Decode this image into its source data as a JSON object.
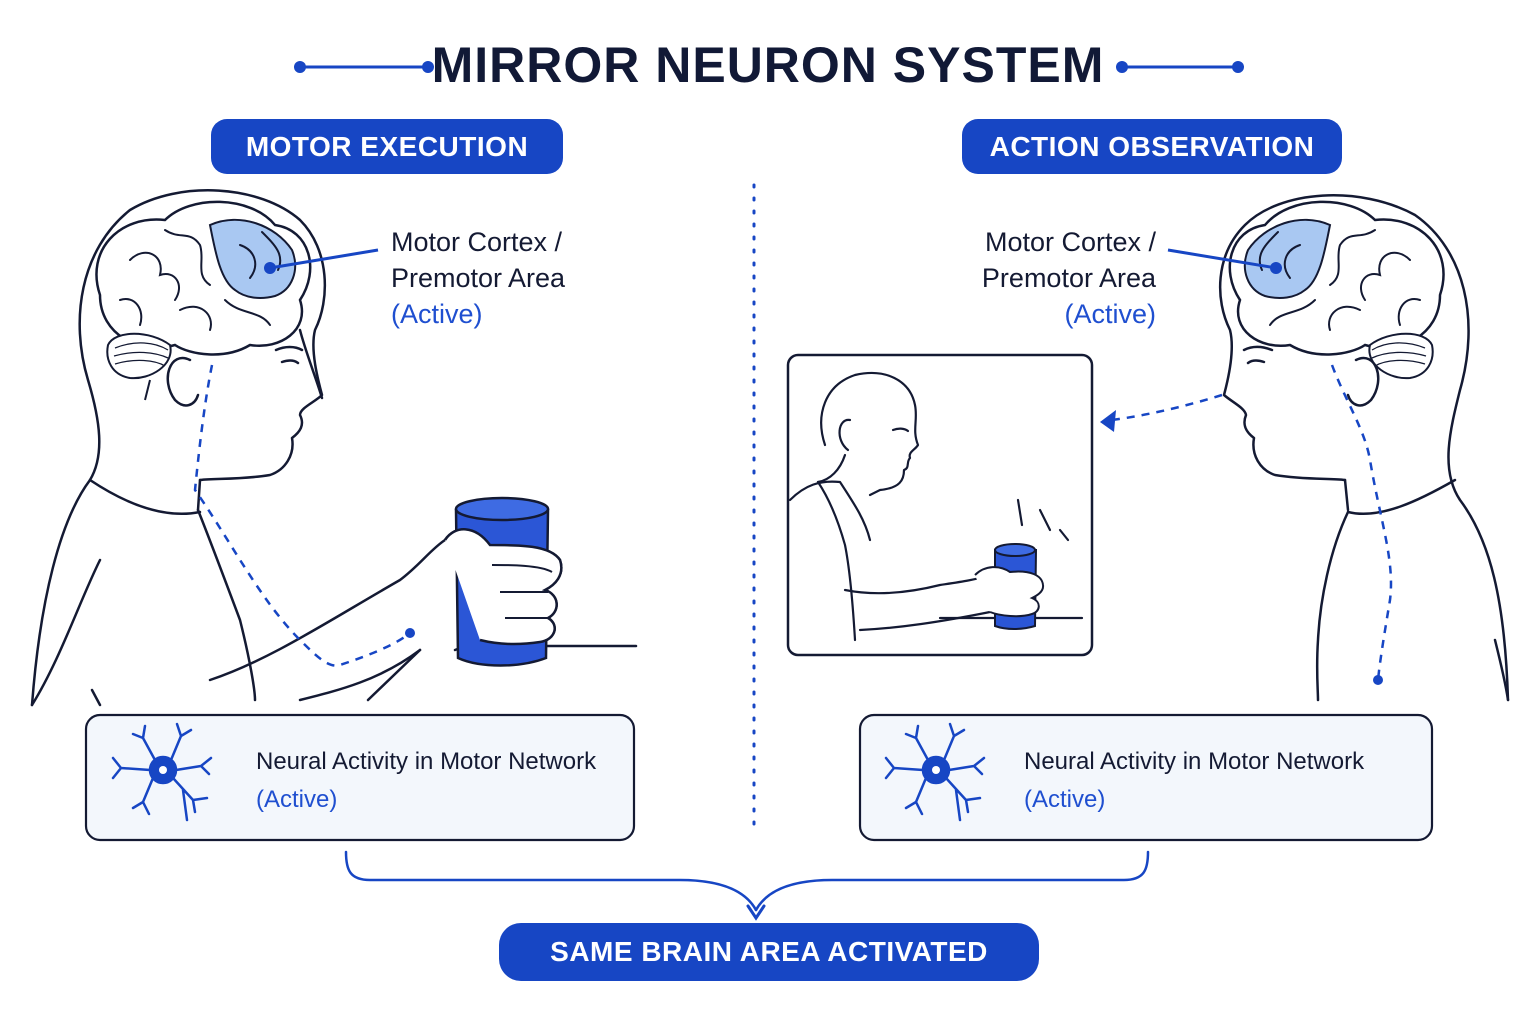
{
  "title": "MIRROR NEURON SYSTEM",
  "left": {
    "header": "MOTOR EXECUTION",
    "region_line1": "Motor Cortex /",
    "region_line2": "Premotor Area",
    "region_state": "(Active)",
    "panel_title": "Neural Activity in Motor Network",
    "panel_state": "(Active)"
  },
  "right": {
    "header": "ACTION OBSERVATION",
    "region_line1": "Motor Cortex /",
    "region_line2": "Premotor Area",
    "region_state": "(Active)",
    "panel_title": "Neural Activity in Motor Network",
    "panel_state": "(Active)"
  },
  "result": "SAME BRAIN AREA ACTIVATED",
  "colors": {
    "accent": "#1746c4",
    "ink": "#141a33",
    "brain_highlight": "#a9c8f2",
    "panel_bg": "#f3f7fc",
    "cup": "#2b56d6"
  }
}
